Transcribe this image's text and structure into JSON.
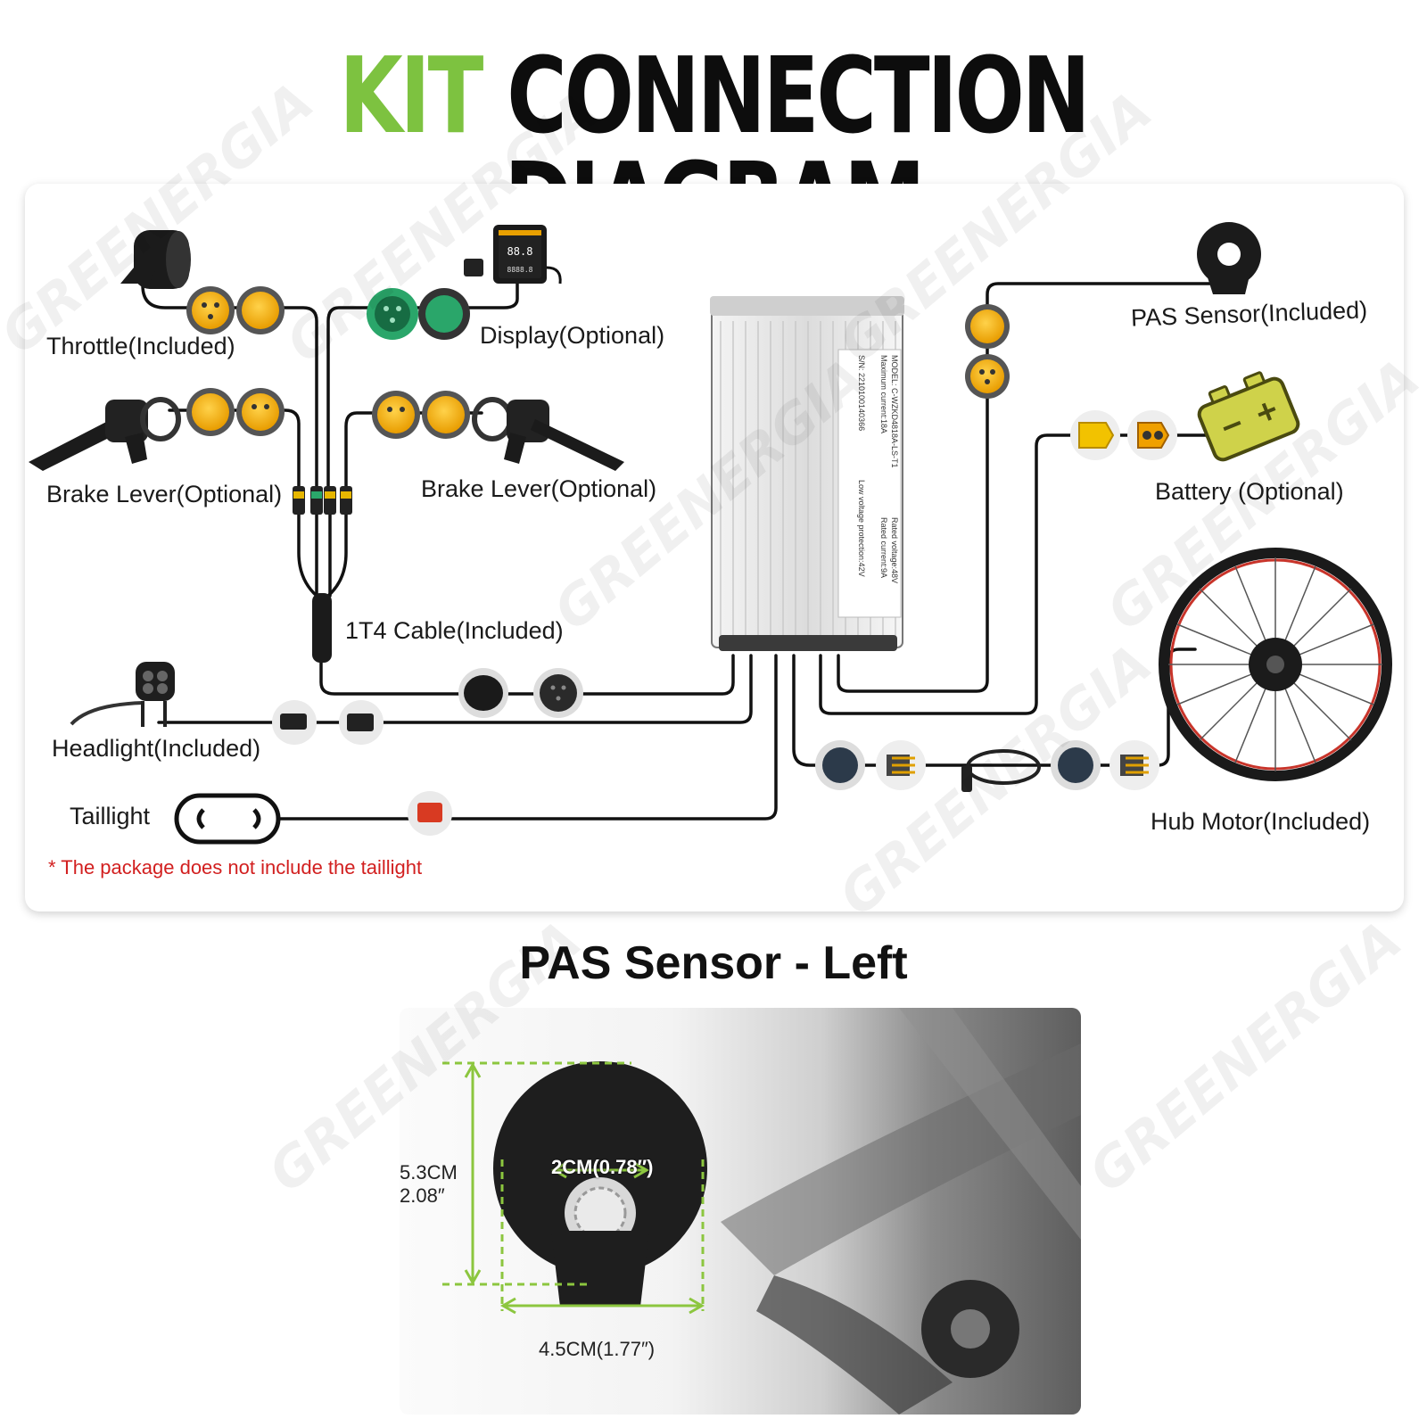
{
  "title": {
    "kit": "KIT",
    "rest": "CONNECTION DIAGRAM"
  },
  "components": {
    "throttle": "Throttle(Included)",
    "display": "Display(Optional)",
    "brake_left": "Brake Lever(Optional)",
    "brake_right": "Brake Lever(Optional)",
    "cable": "1T4 Cable(Included)",
    "headlight": "Headlight(Included)",
    "taillight": "Taillight",
    "pas_sensor": "PAS Sensor(Included)",
    "battery": "Battery (Optional)",
    "hub_motor": "Hub Motor(Included)"
  },
  "controller_label": {
    "model": "MODEL: C-WZKD4818A-LS-T1",
    "max_current": "Maximum current:18A",
    "sn": "S/N: 2210100140366",
    "rated_voltage": "Rated voltage:48V",
    "rated_current": "Rated current:9A",
    "low_voltage": "Low voltage protection:42V"
  },
  "display_screen": {
    "speed": "88.8",
    "odo": "8888.8"
  },
  "note": "* The package does not include the taillight",
  "pas_section": {
    "title": "PAS Sensor - Left",
    "height_cm": "5.3CM",
    "height_in": "2.08″",
    "inner": "2CM(0.78″)",
    "width": "4.5CM(1.77″)"
  },
  "watermark": "GREENERGIA",
  "colors": {
    "accent_green": "#7dc240",
    "connector_yellow": "#f2a900",
    "note_red": "#d21f1f"
  }
}
